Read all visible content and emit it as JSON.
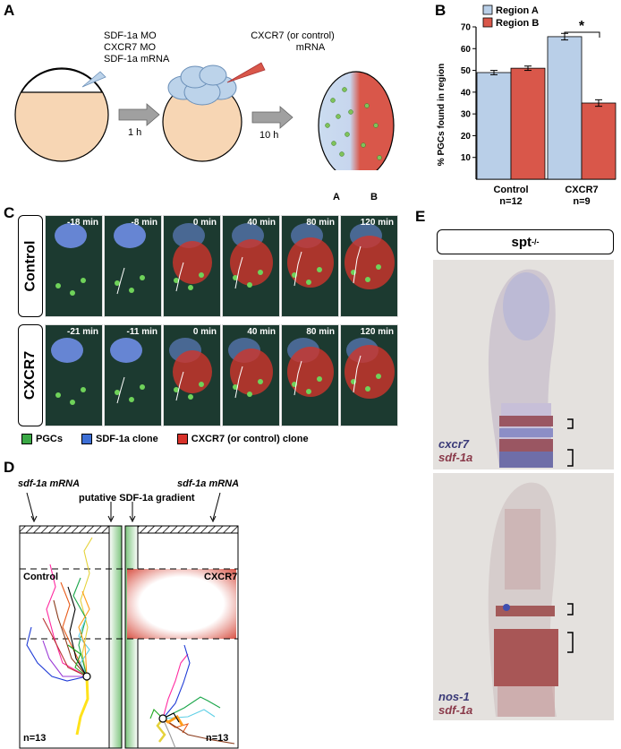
{
  "panels": {
    "A": "A",
    "B": "B",
    "C": "C",
    "D": "D",
    "E": "E"
  },
  "panelA": {
    "injection1": [
      "SDF-1a MO",
      "CXCR7 MO",
      "SDF-1a mRNA"
    ],
    "injection2": [
      "CXCR7 (or control)",
      "mRNA"
    ],
    "arrow1": "1 h",
    "arrow2": "10 h",
    "regionA": "A",
    "regionB": "B"
  },
  "panelB": {
    "legend": [
      "Region A",
      "Region B"
    ],
    "colors": [
      "#b9cfe8",
      "#d9574a"
    ],
    "ylabel": "% PGCs found in region",
    "significance": "*",
    "groups": [
      {
        "label": "Control",
        "n": "n=12"
      },
      {
        "label": "CXCR7",
        "n": "n=9"
      }
    ]
  },
  "chart_data": {
    "type": "bar",
    "categories": [
      "Control",
      "CXCR7"
    ],
    "series": [
      {
        "name": "Region A",
        "values": [
          49,
          65.5
        ],
        "errors": [
          1,
          1.5
        ]
      },
      {
        "name": "Region B",
        "values": [
          51,
          35
        ],
        "errors": [
          1,
          1.5
        ]
      }
    ],
    "ylabel": "% PGCs found in region",
    "ylim": [
      0,
      70
    ],
    "yticks": [
      10,
      20,
      30,
      40,
      50,
      60,
      70
    ]
  },
  "panelC": {
    "rows": [
      {
        "label": "Control",
        "times": [
          "-18 min",
          "-8 min",
          "0 min",
          "40 min",
          "80 min",
          "120 min"
        ]
      },
      {
        "label": "CXCR7",
        "times": [
          "-21 min",
          "-11 min",
          "0 min",
          "40 min",
          "80 min",
          "120 min"
        ]
      }
    ],
    "legend": [
      "PGCs",
      "SDF-1a clone",
      "CXCR7 (or control) clone"
    ],
    "legendColors": [
      "#3aa845",
      "#3d6fd6",
      "#d8322a"
    ]
  },
  "panelD": {
    "mrnaLeft": "sdf-1a mRNA",
    "mrnaRight": "sdf-1a mRNA",
    "gradient": "putative SDF-1a gradient",
    "control": "Control",
    "cxcr7": "CXCR7",
    "nLeft": "n=13",
    "nRight": "n=13"
  },
  "panelE": {
    "genotype": "spt",
    "genotypeSup": "-/-",
    "top": [
      "cxcr7",
      "sdf-1a"
    ],
    "bottom": [
      "nos-1",
      "sdf-1a"
    ]
  }
}
